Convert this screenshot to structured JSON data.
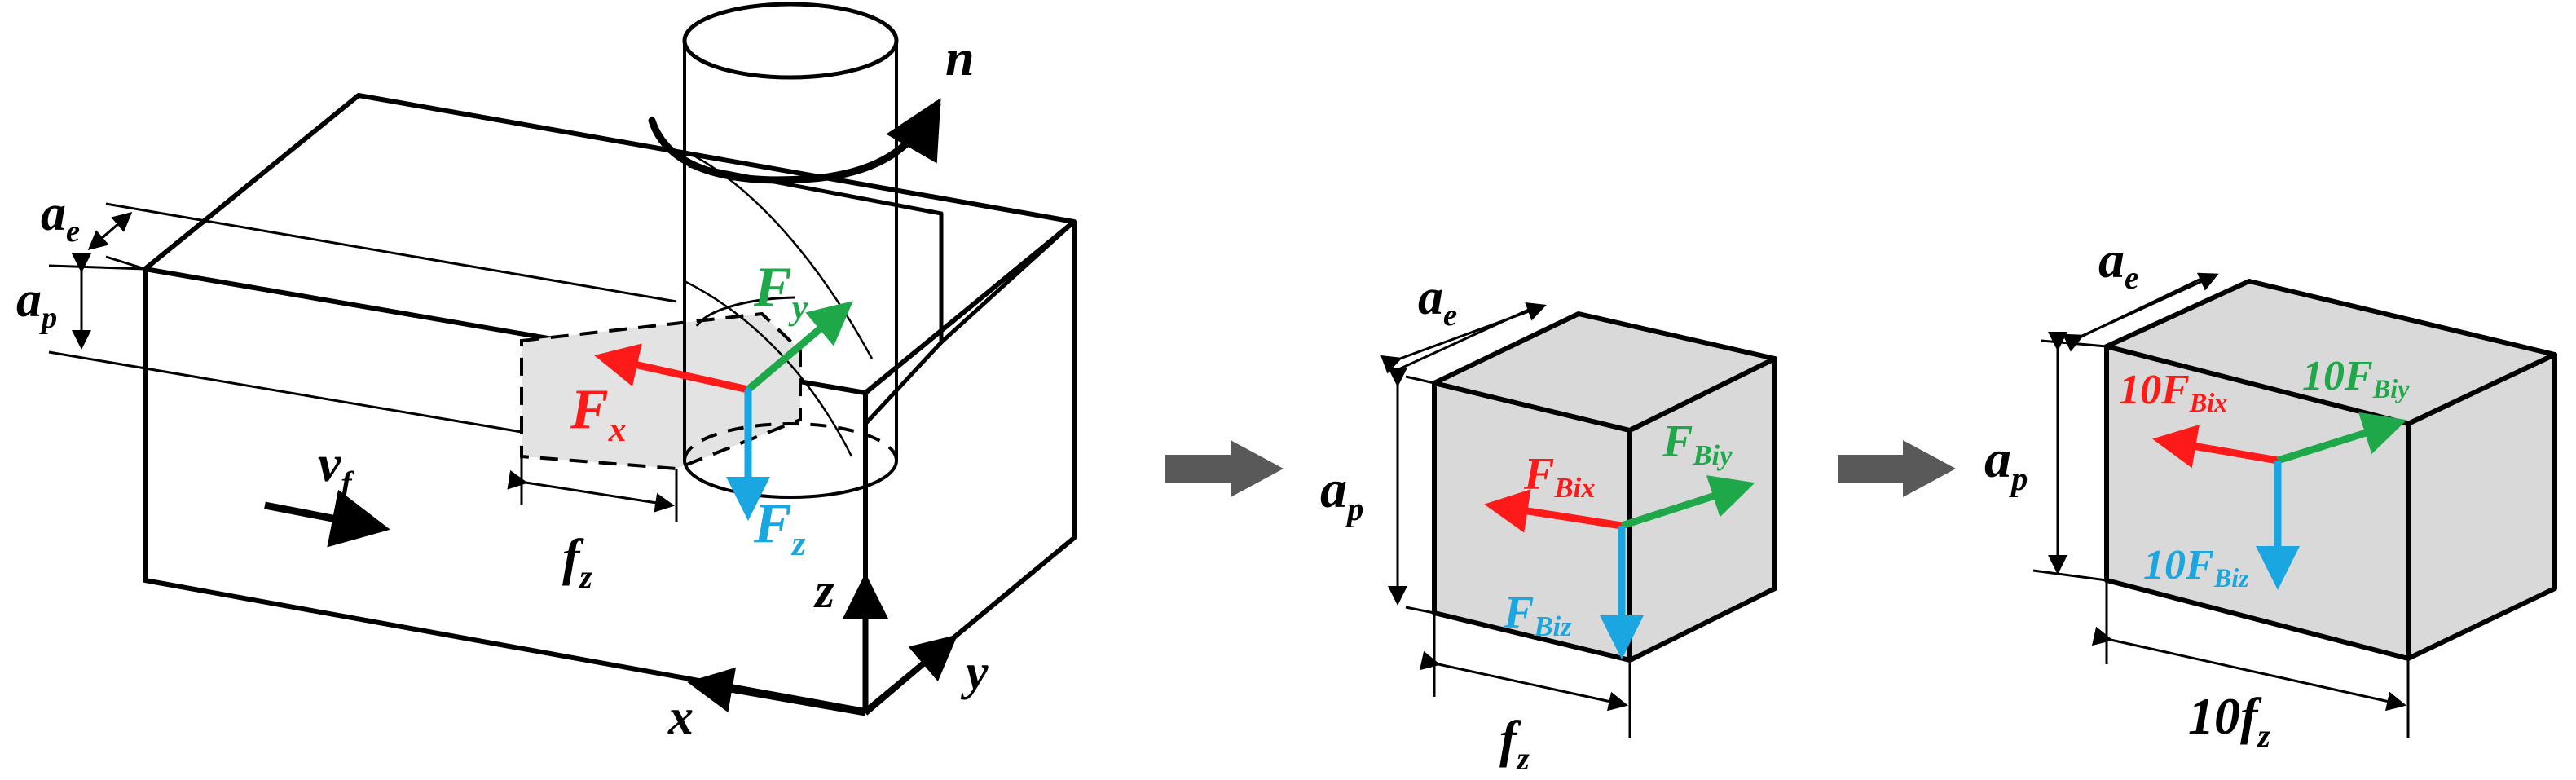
{
  "colors": {
    "force_x": "#ff1a1a",
    "force_y": "#1fa84a",
    "force_z": "#1aa6e0",
    "element_fill": "#d9d9d9",
    "cut_region_fill": "#e3e3e3",
    "line": "#000000",
    "process_arrow": "#595959"
  },
  "panel_workpiece": {
    "ae": {
      "main": "a",
      "sub": "e"
    },
    "ap": {
      "main": "a",
      "sub": "p"
    },
    "feed_velocity": {
      "main": "v",
      "sub": "f"
    },
    "spindle_speed": "n",
    "fz": {
      "main": "f",
      "sub": "z"
    },
    "Fx": {
      "main": "F",
      "sub": "x"
    },
    "Fy": {
      "main": "F",
      "sub": "y"
    },
    "Fz": {
      "main": "F",
      "sub": "z"
    },
    "axis_x": "x",
    "axis_y": "y",
    "axis_z": "z"
  },
  "panel_single_element": {
    "ae": {
      "main": "a",
      "sub": "e"
    },
    "ap": {
      "main": "a",
      "sub": "p"
    },
    "fz": {
      "main": "f",
      "sub": "z"
    },
    "FBix": {
      "main": "F",
      "sub": "Bix"
    },
    "FBiy": {
      "main": "F",
      "sub": "Biy"
    },
    "FBiz": {
      "main": "F",
      "sub": "Biz"
    }
  },
  "panel_scaled_element": {
    "ae": {
      "main": "a",
      "sub": "e"
    },
    "ap": {
      "main": "a",
      "sub": "p"
    },
    "fz": {
      "main": "10f",
      "sub": "z"
    },
    "FBix": {
      "main": "10F",
      "sub": "Bix"
    },
    "FBiy": {
      "main": "10F",
      "sub": "Biy"
    },
    "FBiz": {
      "main": "10F",
      "sub": "Biz"
    }
  }
}
